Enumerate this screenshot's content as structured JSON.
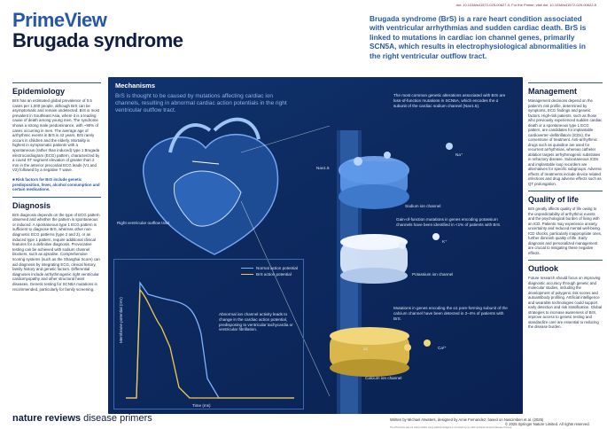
{
  "doi": "doi: 10.1038/s41572-025-00627-0; For the Primer, visit doi: 10.1038/s41572-025-00622-5",
  "header": {
    "brand": "PrimeView",
    "title": "Brugada syndrome"
  },
  "intro": "Brugada syndrome (BrS) is a rare heart condition associated with ventricular arrhythmias and sudden cardiac death. BrS is linked to mutations in cardiac ion channel genes, primarily SCN5A, which results in electrophysiological abnormalities in the right ventricular outflow tract.",
  "epidemiology": {
    "title": "Epidemiology",
    "text": "BrS has an estimated global prevalence of 0.5 cases per 1,000 people, although BrS can be asymptomatic and remain undetected. BrS is most prevalent in Southeast Asia, where it is a leading cause of death among young men. The syndrome shows a strong male predominance, with ~90% of cases occurring in men. The average age of arrhythmic events in BrS is 42 years. BrS rarely occurs in children and the elderly. Mortality is highest in symptomatic patients with a spontaneous (rather than induced) type 1 Brugada electrocardiogram (ECG) pattern, characterized by a coved ST segment elevation of greater than 2 mm in the anterior precordial ECG leads (V1 and V2) followed by a negative T wave.",
    "risk_link": "■ Risk factors for BrS include genetic predisposition, fever, alcohol consumption and certain medications."
  },
  "diagnosis": {
    "title": "Diagnosis",
    "text": "BrS diagnosis depends on the type of ECG pattern observed and whether the pattern is spontaneous or induced. A spontaneous type 1 ECG pattern is sufficient to diagnose BrS, whereas other non-diagnostic ECG patterns (type 2 and 3), or an induced type 1 pattern, require additional clinical features for a definitive diagnosis. Provocative testing can be achieved with sodium channel blockers, such as ajmaline. Comprehensive scoring systems (such as the Shanghai Score) can aid diagnosis by integrating ECG, clinical history, family history and genetic factors. Differential diagnoses include arrhythmogenic right ventricular cardiomyopathy and other structural heart diseases. Genetic testing for SCN5A mutations is recommended, particularly for family screening."
  },
  "mechanisms": {
    "title": "Mechanisms",
    "subtitle": "BrS is thought to be caused by mutations affecting cardiac ion channels, resulting in abnormal cardiac action potentials in the right ventricular outflow tract.",
    "rvot_label": "Right ventricular outflow tract",
    "sodium_text": "The most common genetic alterations associated with BrS are loss-of-function mutations in SCN5A, which encodes the α subunit of the cardiac sodium channel (Nav1.5).",
    "nav_label": "Nav1.5",
    "na_ion": "Na⁺",
    "sodium_channel": "Sodium ion channel",
    "potassium_text": "Gain-of-function mutations in genes encoding potassium channels have been identified in <1% of patients with BrS.",
    "k_ion": "K⁺",
    "potassium_channel": "Potassium ion channel",
    "calcium_text": "Mutations in genes encoding the α1 pore-forming subunit of the calcium channel have been detected in 2–4% of patients with BrS.",
    "alpha_label": "α1",
    "ca_ion": "Ca²⁺",
    "calcium_channel": "Calcium ion channel",
    "legend_normal": "Normal action potential",
    "legend_brs": "BrS action potential",
    "abnormal_text": "Abnormal ion channel activity leads to change in the cardiac action potential, predisposing to ventricular tachycardia or ventricular fibrillation.",
    "y_axis": "Membrane potential (mV)",
    "x_axis": "Time (ms)"
  },
  "management": {
    "title": "Management",
    "text": "Management decisions depend on the patient's risk profile, determined by symptoms, ECG findings and genetic factors. High-risk patients, such as those who previously experienced sudden cardiac death or a spontaneous type 1 ECG pattern, are candidates for implantable cardioverter–defibrillators (ICDs), the cornerstone of treatment. Anti-arrhythmic drugs such as quinidine are used for recurrent arrhythmias, whereas catheter ablation targets arrhythmogenic substrates in refractory disease. Subcutaneous ICDs and implantable loop recorders are alternatives for specific subgroups. Adverse effects of treatments include device-related infections and drug adverse effects such as QT prolongation."
  },
  "quality": {
    "title": "Quality of life",
    "text": "BrS greatly affects quality of life owing to the unpredictability of arrhythmic events and the psychological burden of living with an ICD. Patients may experience anxiety, uncertainty and reduced mental well-being. ICD shocks, particularly inappropriate ones, further diminish quality of life. Early diagnosis and personalized management are crucial to mitigating these negative effects."
  },
  "outlook": {
    "title": "Outlook",
    "text": "Future research should focus on improving diagnostic accuracy through genetic and molecular studies, including the development of polygenic risk scores and autoantibody profiling. Artificial intelligence and wearable technologies could support early detection and risk stratification. Global strategies to increase awareness of BrS, improve access to genetic testing and standardize care are essential to reducing the disease burden."
  },
  "footer": {
    "logo_bold": "nature reviews",
    "logo_light": " disease primers",
    "credit": "Written by Michael Atwaters, designed by Amie Fernandez; based on Nascimben et al. (2025)",
    "copyright": "© 2025 Springer Nature Limited. All rights reserved.",
    "fine_print": "The PrimeView was not visibly drafted using artificial intelligence; formatted by an editor at Nature Reviews Disease Primers."
  },
  "colors": {
    "accent": "#2758a6",
    "navy": "#0f1d42",
    "panel": "#0d2a60",
    "brs_trace": "#f2c94c",
    "normal_trace": "#7fb2ff",
    "doi": "#7c1b2c"
  }
}
